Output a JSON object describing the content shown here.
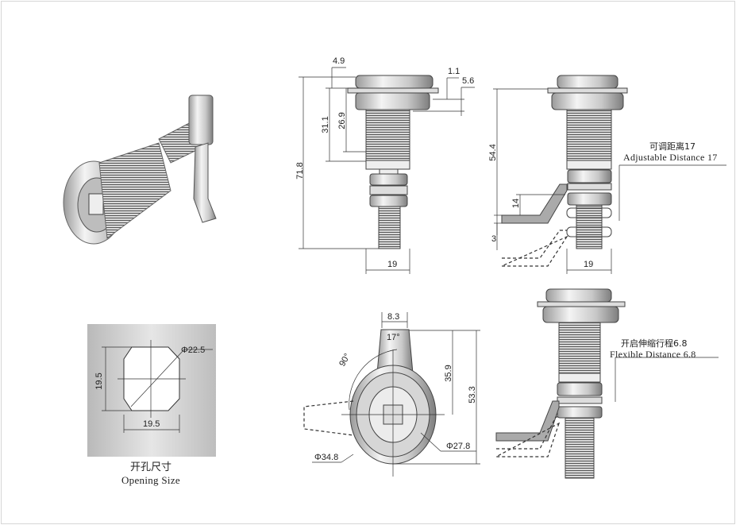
{
  "front_view": {
    "overall_length": "71.8",
    "body_length": "31.1",
    "thread_length": "26.9",
    "cap_height": "4.9",
    "flange_thickness": "1.1",
    "nut_height": "5.6",
    "width": "19"
  },
  "side_view": {
    "height": "54.4",
    "lever_offset": "14",
    "lever_thickness": "3",
    "width": "19",
    "label_cn": "可调距离17",
    "label_en": "Adjustable Distance 17"
  },
  "top_view": {
    "lever_width": "8.3",
    "taper_angle": "17°",
    "rotation_angle": "90°",
    "center_to_tip": "35.9",
    "overall_height": "53.3",
    "inner_diameter": "Φ27.8",
    "outer_diameter": "Φ34.8"
  },
  "open_view": {
    "label_cn": "开启伸缩行程6.8",
    "label_en": "Flexible Distance 6.8"
  },
  "opening_size": {
    "diameter": "Φ22.5",
    "height": "19.5",
    "width": "19.5",
    "label_cn": "开孔尺寸",
    "label_en": "Opening Size"
  },
  "colors": {
    "metal_light": "#e8e8e8",
    "metal_dark": "#8a8a8a",
    "panel": "#c4c4c4"
  }
}
